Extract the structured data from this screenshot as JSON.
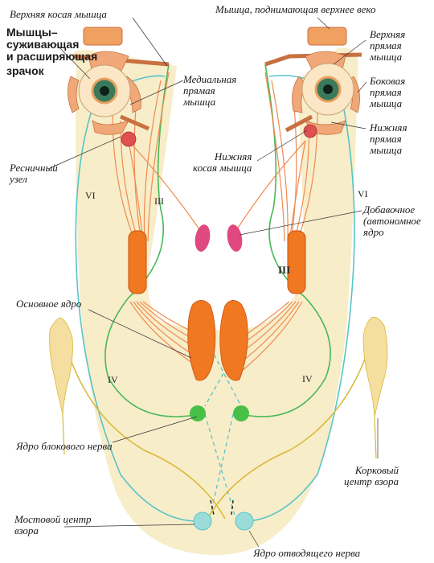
{
  "colors": {
    "background_area": "#f8edc9",
    "oculomotor_nerve": "#f08a50",
    "trochlear_nerve": "#48b858",
    "abducens_nerve": "#58c4c8",
    "cortical_path": "#d8b838",
    "nucleus_orange": "#f07820",
    "nucleus_pink": "#e04880",
    "nucleus_green": "#48c048",
    "nucleus_cyan": "#9cdcd8",
    "eye_iris": "#3a7a5a",
    "muscle_fill": "#f0a878"
  },
  "labels": {
    "superior_oblique": "Верхняя косая мышца",
    "levator": "Мышца, поднимающая верхнее веко",
    "pupil_muscles_main": "Мышцы–\nсуживающая\nи расширяющая",
    "pupil_muscles_tail": "зрачок",
    "superior_rectus": "Верхняя\nпрямая\nмышца",
    "medial_rectus": "Медиальная\nпрямая\nмышца",
    "lateral_rectus": "Боковая\nпрямая\nмышца",
    "inferior_rectus": "Нижняя\nпрямая\nмышца",
    "inferior_oblique": "Нижняя\nкосая мышца",
    "ciliary_ganglion": "Ресничный\nузел",
    "accessory_nucleus": "Добавочное\n(автономное\nядро",
    "main_nucleus": "Основное ядро",
    "trochlear_nucleus": "Ядро блокового нерва",
    "cortical_center": "Корковый\nцентр взора",
    "pontine_center": "Мостовой центр\nвзора",
    "abducens_nucleus": "Ядро отводящего нерва"
  },
  "numerals": {
    "vi_left": "VI",
    "vi_right": "VI",
    "iii_left_upper": "III",
    "iii_right": "III",
    "iv_left": "IV",
    "iv_right": "IV"
  }
}
